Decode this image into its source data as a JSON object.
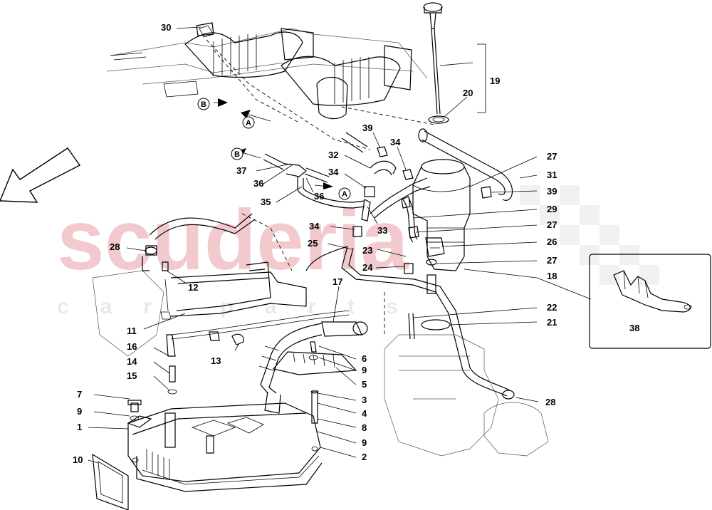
{
  "watermark": {
    "main": "scuderia",
    "sub": "car parts",
    "color": "#e8a0a6"
  },
  "callouts": [
    {
      "num": "30"
    },
    {
      "num": "19"
    },
    {
      "num": "20"
    },
    {
      "num": "39"
    },
    {
      "num": "34"
    },
    {
      "num": "32"
    },
    {
      "num": "37"
    },
    {
      "num": "34"
    },
    {
      "num": "36"
    },
    {
      "num": "36"
    },
    {
      "num": "35"
    },
    {
      "num": "27"
    },
    {
      "num": "31"
    },
    {
      "num": "39"
    },
    {
      "num": "29"
    },
    {
      "num": "34"
    },
    {
      "num": "33"
    },
    {
      "num": "27"
    },
    {
      "num": "25"
    },
    {
      "num": "26"
    },
    {
      "num": "23"
    },
    {
      "num": "27"
    },
    {
      "num": "24"
    },
    {
      "num": "18"
    },
    {
      "num": "28"
    },
    {
      "num": "12"
    },
    {
      "num": "17"
    },
    {
      "num": "22"
    },
    {
      "num": "21"
    },
    {
      "num": "11"
    },
    {
      "num": "16"
    },
    {
      "num": "13"
    },
    {
      "num": "6"
    },
    {
      "num": "9"
    },
    {
      "num": "5"
    },
    {
      "num": "14"
    },
    {
      "num": "15"
    },
    {
      "num": "3"
    },
    {
      "num": "7"
    },
    {
      "num": "4"
    },
    {
      "num": "9"
    },
    {
      "num": "8"
    },
    {
      "num": "1"
    },
    {
      "num": "9"
    },
    {
      "num": "2"
    },
    {
      "num": "10"
    },
    {
      "num": "28"
    },
    {
      "num": "38"
    }
  ],
  "markers": [
    {
      "letter": "B"
    },
    {
      "letter": "A"
    },
    {
      "letter": "B"
    },
    {
      "letter": "A"
    }
  ]
}
